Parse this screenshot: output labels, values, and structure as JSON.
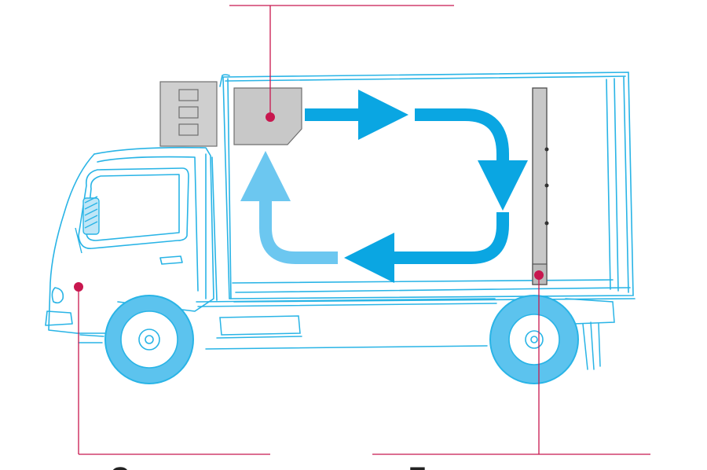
{
  "colors": {
    "background": "#ffffff",
    "truck_outline": "#29b4e6",
    "wheel_fill": "#5cc3ee",
    "airflow_dark": "#0aa6e2",
    "airflow_light": "#6cc7f0",
    "unit_gray": "#c8c8c8",
    "unit_outline": "#6f6f6f",
    "callout": "#c8174f"
  },
  "icons": {
    "refrigeration_unit": "gray-box",
    "condenser": "vent-box",
    "evaporator_plate": "panel",
    "callout_marker": "circle-dot"
  },
  "labels": {
    "bottom_left_partial": "C",
    "bottom_right_partial": "E"
  },
  "callouts": [
    {
      "id": "top",
      "name": "refrigeration-unit"
    },
    {
      "id": "left",
      "name": "engine"
    },
    {
      "id": "right",
      "name": "cold-plate"
    }
  ]
}
